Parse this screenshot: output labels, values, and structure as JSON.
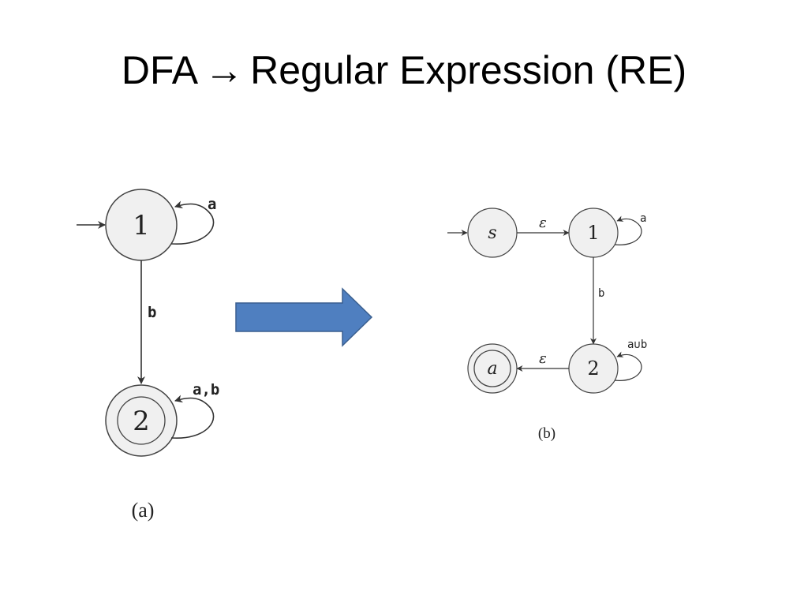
{
  "slide": {
    "title_left": "DFA",
    "title_arrow": "→",
    "title_right": "Regular Expression (RE)"
  },
  "diagram_a": {
    "state1_label": "1",
    "state2_label": "2",
    "loop1_label": "a",
    "transition_label": "b",
    "loop2_label": "a,b",
    "caption": "(a)"
  },
  "diagram_b": {
    "start_label": "s",
    "state1_label": "1",
    "state2_label": "2",
    "accept_label": "a",
    "eps_start_label": "ε",
    "loop1_label": "a",
    "transition_label": "b",
    "loop2_label": "a∪b",
    "eps_end_label": "ε",
    "caption": "(b)"
  },
  "colors": {
    "state_fill": "#f0f0f0",
    "big_arrow_fill": "#4f7fc0",
    "big_arrow_stroke": "#3a5f8f"
  }
}
